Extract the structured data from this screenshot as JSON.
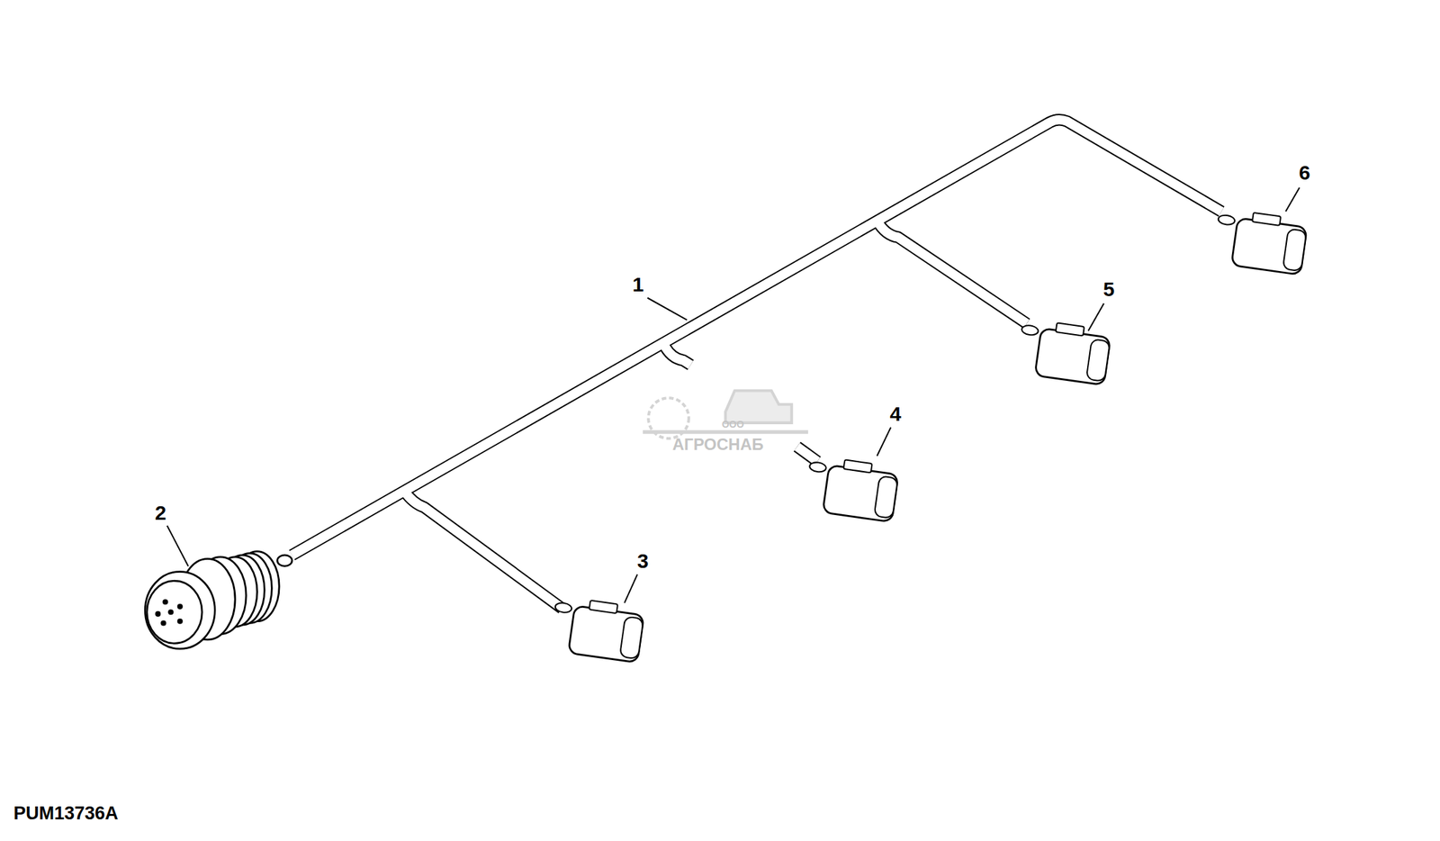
{
  "diagram": {
    "labels": [
      "1",
      "2",
      "3",
      "4",
      "5",
      "6",
      "ООО",
      "АГРОСНАБ",
      "PUM13736A"
    ]
  }
}
